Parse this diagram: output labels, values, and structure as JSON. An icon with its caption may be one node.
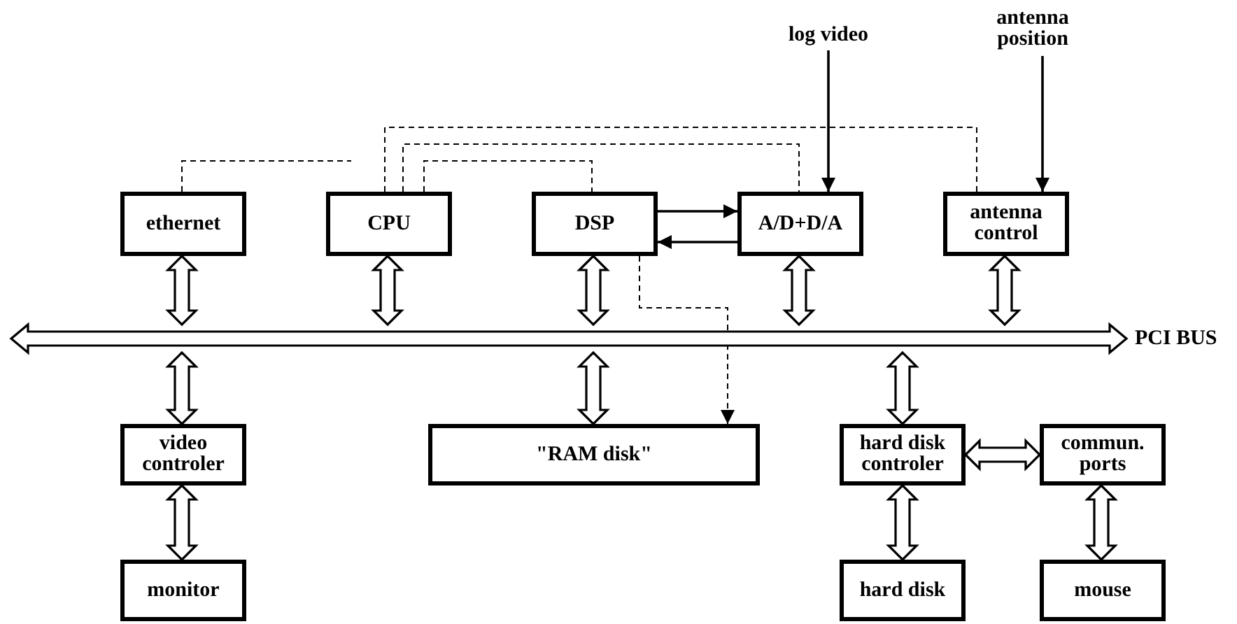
{
  "diagram": {
    "nodes": [
      {
        "text": [
          "ethernet"
        ]
      },
      {
        "text": [
          "CPU"
        ]
      },
      {
        "text": [
          "DSP"
        ]
      },
      {
        "text": [
          "A/D+D/A"
        ]
      },
      {
        "text": [
          "antenna control"
        ]
      },
      {
        "text": [
          "log video"
        ]
      },
      {
        "text": [
          "antenna position"
        ]
      },
      {
        "text": [
          "PCI BUS"
        ]
      },
      {
        "text": [
          "video controler"
        ]
      },
      {
        "text": [
          "\"RAM disk\""
        ]
      },
      {
        "text": [
          "hard disk controler"
        ]
      },
      {
        "text": [
          "commun. ports"
        ]
      },
      {
        "text": [
          "monitor"
        ]
      },
      {
        "text": [
          "hard disk"
        ]
      },
      {
        "text": [
          "mouse"
        ]
      }
    ],
    "edges": [
      {
        "from": 0,
        "to": 7,
        "arrow": "both",
        "style": "thick"
      },
      {
        "from": 1,
        "to": 7,
        "arrow": "both",
        "style": "thick"
      },
      {
        "from": 2,
        "to": 7,
        "arrow": "both",
        "style": "thick"
      },
      {
        "from": 3,
        "to": 7,
        "arrow": "both",
        "style": "thick"
      },
      {
        "from": 4,
        "to": 7,
        "arrow": "both",
        "style": "thick"
      },
      {
        "from": 7,
        "to": 8,
        "arrow": "both",
        "style": "thick"
      },
      {
        "from": 7,
        "to": 9,
        "arrow": "both",
        "style": "thick"
      },
      {
        "from": 7,
        "to": 10,
        "arrow": "both",
        "style": "thick"
      },
      {
        "from": 8,
        "to": 12,
        "arrow": "both",
        "style": "thick"
      },
      {
        "from": 10,
        "to": 13,
        "arrow": "both",
        "style": "thick"
      },
      {
        "from": 11,
        "to": 14,
        "arrow": "both",
        "style": "thick"
      },
      {
        "from": 10,
        "to": 11,
        "arrow": "both",
        "style": "thick"
      },
      {
        "from": 2,
        "to": 3,
        "arrow": "to"
      },
      {
        "from": 3,
        "to": 2,
        "arrow": "to"
      },
      {
        "from": 5,
        "to": 3,
        "arrow": "to"
      },
      {
        "from": 6,
        "to": 4,
        "arrow": "to"
      },
      {
        "from": 0,
        "to": null,
        "arrow": "none",
        "style": "dashed"
      },
      {
        "from": 1,
        "to": 4,
        "arrow": "none",
        "style": "dashed"
      },
      {
        "from": 1,
        "to": 3,
        "arrow": "none",
        "style": "dashed"
      },
      {
        "from": 1,
        "to": 2,
        "arrow": "none",
        "style": "dashed"
      },
      {
        "from": 2,
        "to": 9,
        "arrow": "to",
        "style": "dashed"
      }
    ]
  }
}
